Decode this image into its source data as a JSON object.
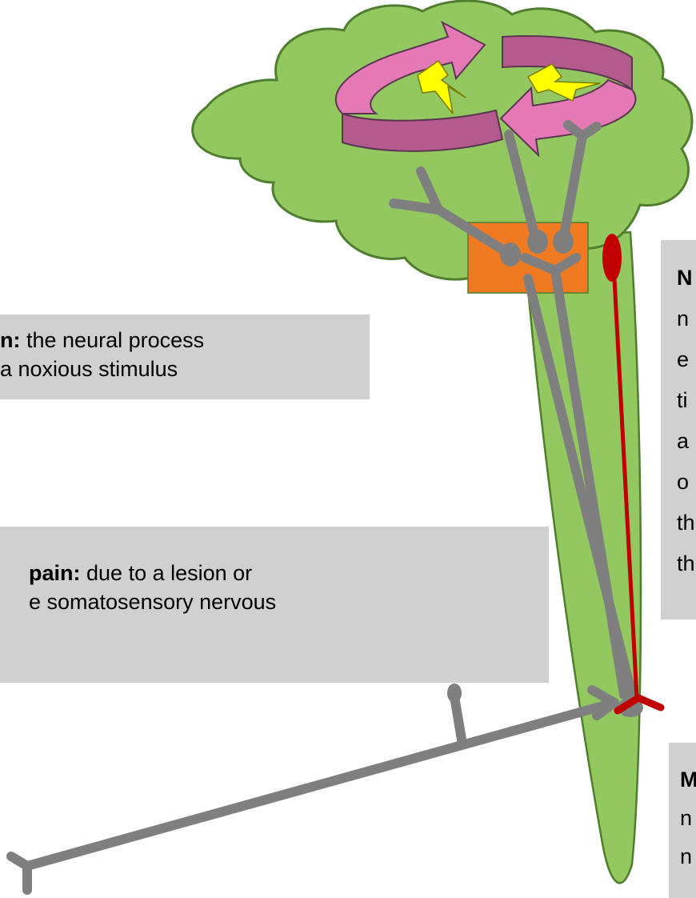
{
  "colors": {
    "brain": "#92c85f",
    "brain_outline": "#4f7f2e",
    "spinal_cord": "#92c85f",
    "neuron": "#7f7f7f",
    "red_neuron": "#c00000",
    "orange_box": "#f07a22",
    "arrow_pink": "#e579b6",
    "arrow_dark": "#b45a8c",
    "lightning": "#ffff00",
    "textbox_bg": "#d0d0d0"
  },
  "boxes": {
    "nociception": {
      "term": "n:",
      "lines": [
        "the neural process",
        "a noxious stimulus"
      ]
    },
    "neuropathic": {
      "term": "pain:",
      "lines": [
        "due to a lesion or",
        "e somatosensory nervous"
      ]
    },
    "right_top": {
      "term": "N",
      "lines": [
        "n",
        "e",
        "ti",
        "a",
        "o",
        "th",
        "th"
      ]
    },
    "right_bottom": {
      "term": "M",
      "lines": [
        "n",
        "n"
      ]
    }
  }
}
